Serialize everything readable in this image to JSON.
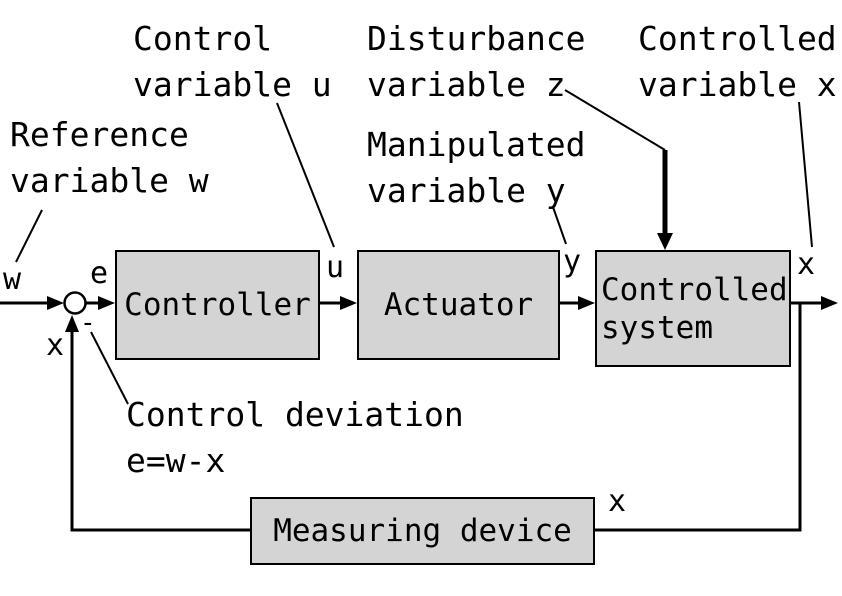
{
  "diagram": {
    "blocks": {
      "controller": "Controller",
      "actuator": "Actuator",
      "controlled_system_line1": "Controlled",
      "controlled_system_line2": "system",
      "measuring_device": "Measuring device"
    },
    "signals": {
      "w": "w",
      "e": "e",
      "u": "u",
      "y": "y",
      "x_out": "x",
      "x_feedback": "x",
      "x_measured": "x",
      "minus": "-"
    },
    "annotations": {
      "control_variable": {
        "line1": "Control",
        "line2": "variable u"
      },
      "disturbance_variable": {
        "line1": "Disturbance",
        "line2": "variable z"
      },
      "controlled_variable": {
        "line1": "Controlled",
        "line2": "variable x"
      },
      "reference_variable": {
        "line1": "Reference",
        "line2": "variable w"
      },
      "manipulated_variable": {
        "line1": "Manipulated",
        "line2": "variable y"
      },
      "control_deviation": {
        "line1": "Control deviation",
        "line2": "e=w-x"
      }
    },
    "colors": {
      "block_fill": "#d4d4d4",
      "line": "#000000",
      "background": "#ffffff"
    }
  }
}
